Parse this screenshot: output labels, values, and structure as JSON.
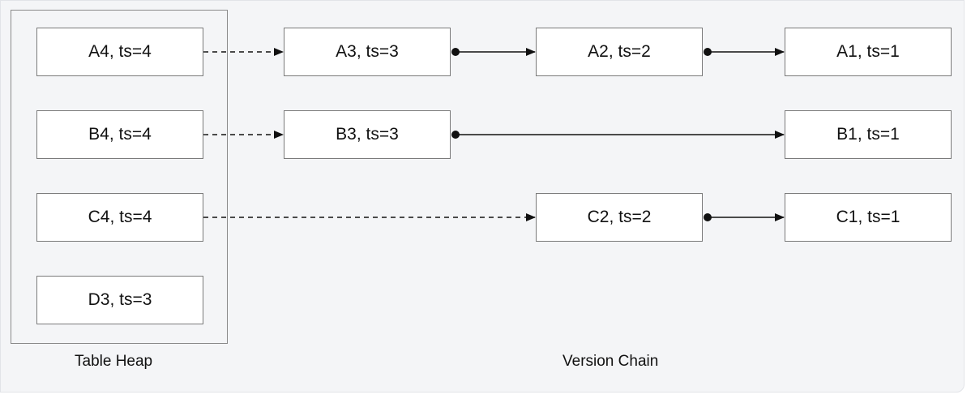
{
  "diagram": {
    "heap": {
      "caption": "Table Heap",
      "items": [
        {
          "label": "A4, ts=4"
        },
        {
          "label": "B4, ts=4"
        },
        {
          "label": "C4, ts=4"
        },
        {
          "label": "D3, ts=3"
        }
      ]
    },
    "chain": {
      "caption": "Version Chain",
      "items": [
        {
          "label": "A3, ts=3"
        },
        {
          "label": "A2, ts=2"
        },
        {
          "label": "A1, ts=1"
        },
        {
          "label": "B3, ts=3"
        },
        {
          "label": "B1, ts=1"
        },
        {
          "label": "C2, ts=2"
        },
        {
          "label": "C1, ts=1"
        }
      ]
    },
    "edges": [
      {
        "from": "A4, ts=4",
        "to": "A3, ts=3",
        "style": "dashed"
      },
      {
        "from": "A3, ts=3",
        "to": "A2, ts=2",
        "style": "solid"
      },
      {
        "from": "A2, ts=2",
        "to": "A1, ts=1",
        "style": "solid"
      },
      {
        "from": "B4, ts=4",
        "to": "B3, ts=3",
        "style": "dashed"
      },
      {
        "from": "B3, ts=3",
        "to": "B1, ts=1",
        "style": "solid"
      },
      {
        "from": "C4, ts=4",
        "to": "C2, ts=2",
        "style": "dashed"
      },
      {
        "from": "C2, ts=2",
        "to": "C1, ts=1",
        "style": "solid"
      }
    ],
    "colors": {
      "background": "#f4f5f7",
      "box_fill": "#ffffff",
      "box_border": "#7a7a7a",
      "line": "#111111"
    }
  }
}
